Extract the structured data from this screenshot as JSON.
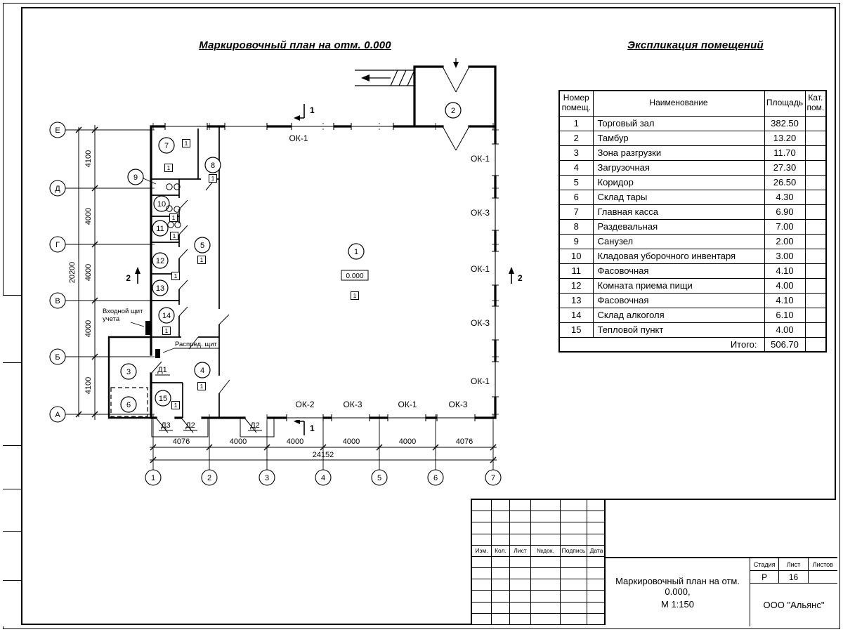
{
  "titles": {
    "plan": "Маркировочный план на отм. 0.000",
    "explication": "Экспликация помещений"
  },
  "explication": {
    "headers": {
      "number_line1": "Номер",
      "number_line2": "помещ.",
      "name": "Наименование",
      "area": "Площадь",
      "cat_line1": "Кат.",
      "cat_line2": "пом."
    },
    "rows": [
      {
        "num": "1",
        "name": "Торговый зал",
        "area": "382.50",
        "cat": ""
      },
      {
        "num": "2",
        "name": "Тамбур",
        "area": "13.20",
        "cat": ""
      },
      {
        "num": "3",
        "name": "Зона разгрузки",
        "area": "11.70",
        "cat": ""
      },
      {
        "num": "4",
        "name": "Загрузочная",
        "area": "27.30",
        "cat": ""
      },
      {
        "num": "5",
        "name": "Коридор",
        "area": "26.50",
        "cat": ""
      },
      {
        "num": "6",
        "name": "Склад тары",
        "area": "4.30",
        "cat": ""
      },
      {
        "num": "7",
        "name": "Главная касса",
        "area": "6.90",
        "cat": ""
      },
      {
        "num": "8",
        "name": "Раздевальная",
        "area": "7.00",
        "cat": ""
      },
      {
        "num": "9",
        "name": "Санузел",
        "area": "2.00",
        "cat": ""
      },
      {
        "num": "10",
        "name": "Кладовая уборочного инвентаря",
        "area": "3.00",
        "cat": ""
      },
      {
        "num": "11",
        "name": "Фасовочная",
        "area": "4.10",
        "cat": ""
      },
      {
        "num": "12",
        "name": "Комната приема пищи",
        "area": "4.00",
        "cat": ""
      },
      {
        "num": "13",
        "name": "Фасовочная",
        "area": "4.10",
        "cat": ""
      },
      {
        "num": "14",
        "name": "Склад алкоголя",
        "area": "6.10",
        "cat": ""
      },
      {
        "num": "15",
        "name": "Тепловой пункт",
        "area": "4.00",
        "cat": ""
      }
    ],
    "total_label": "Итого:",
    "total_value": "506.70"
  },
  "plan": {
    "axis_rows": [
      "Е",
      "Д",
      "Г",
      "В",
      "Б",
      "А"
    ],
    "axis_cols": [
      "1",
      "2",
      "3",
      "4",
      "5",
      "6",
      "7"
    ],
    "dims_vertical": [
      "4100",
      "4000",
      "4000",
      "4000",
      "4100"
    ],
    "dim_vertical_total": "20200",
    "dims_horizontal": [
      "4076",
      "4000",
      "4000",
      "4000",
      "4000",
      "4076"
    ],
    "dim_horizontal_total": "24152",
    "rooms": [
      "1",
      "2",
      "3",
      "4",
      "5",
      "6",
      "7",
      "8",
      "9",
      "10",
      "11",
      "12",
      "13",
      "14",
      "15"
    ],
    "windows": {
      "top": "ОК-1",
      "right": [
        "ОК-1",
        "ОК-3",
        "ОК-1",
        "ОК-3",
        "ОК-1"
      ],
      "bottom": [
        "ОК-2",
        "ОК-3",
        "ОК-1",
        "ОК-3"
      ]
    },
    "doors": {
      "d1": "Д1",
      "d2": "Д2",
      "d3": "Д3"
    },
    "level_mark": "0.000",
    "equipment_tag": "1",
    "sections": {
      "s1": "1",
      "s2": "2"
    },
    "notes": {
      "entry_board_line1": "Входной щит",
      "entry_board_line2": "учета",
      "distribution_board": "Распред. щит"
    }
  },
  "titleblock": {
    "columns": [
      "Изм.",
      "Кол.",
      "Лист",
      "№док.",
      "Подпись",
      "Дата"
    ],
    "stage_label": "Стадия",
    "sheet_label": "Лист",
    "sheets_label": "Листов",
    "stage_value": "Р",
    "sheet_value": "16",
    "sheets_value": "",
    "doc_title_line1": "Маркировочный план на отм. 0.000,",
    "doc_title_line2": "М 1:150",
    "company": "ООО \"Альянс\""
  }
}
